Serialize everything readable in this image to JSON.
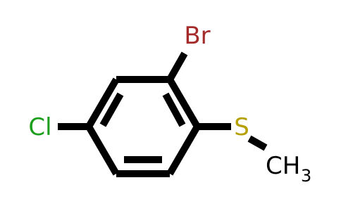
{
  "diagram": {
    "type": "skeletal-formula",
    "atoms": {
      "br": {
        "text": "Br",
        "color": "#a52a2a"
      },
      "cl": {
        "text": "Cl",
        "color": "#1b9e1b"
      },
      "s": {
        "text": "S",
        "color": "#b5a000"
      },
      "ch3": {
        "main": "CH",
        "sub": "3",
        "color": "#000000"
      }
    },
    "bond_color": "#000000",
    "background": "#ffffff"
  }
}
